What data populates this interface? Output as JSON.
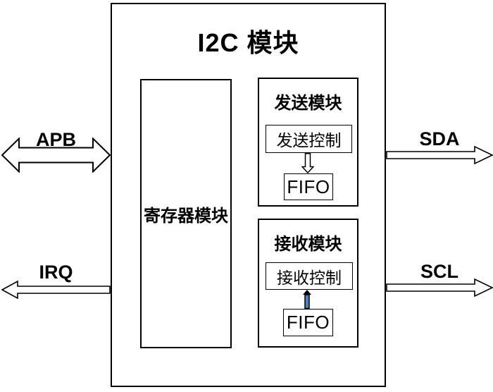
{
  "diagram": {
    "title": "I2C 模块",
    "register_module": {
      "label": "寄存器模块"
    },
    "send_module": {
      "label": "发送模块",
      "control_label": "发送控制",
      "fifo_label": "FIFO"
    },
    "receive_module": {
      "label": "接收模块",
      "control_label": "接收控制",
      "fifo_label": "FIFO"
    },
    "ports": {
      "apb": {
        "label": "APB",
        "direction": "bidirectional"
      },
      "irq": {
        "label": "IRQ",
        "direction": "out-left"
      },
      "sda": {
        "label": "SDA",
        "direction": "out-right"
      },
      "scl": {
        "label": "SCL",
        "direction": "out-right"
      }
    },
    "colors": {
      "line": "#000000",
      "background": "#ffffff",
      "fifo_to_control_arrow_fill": "#4F81BD"
    }
  }
}
